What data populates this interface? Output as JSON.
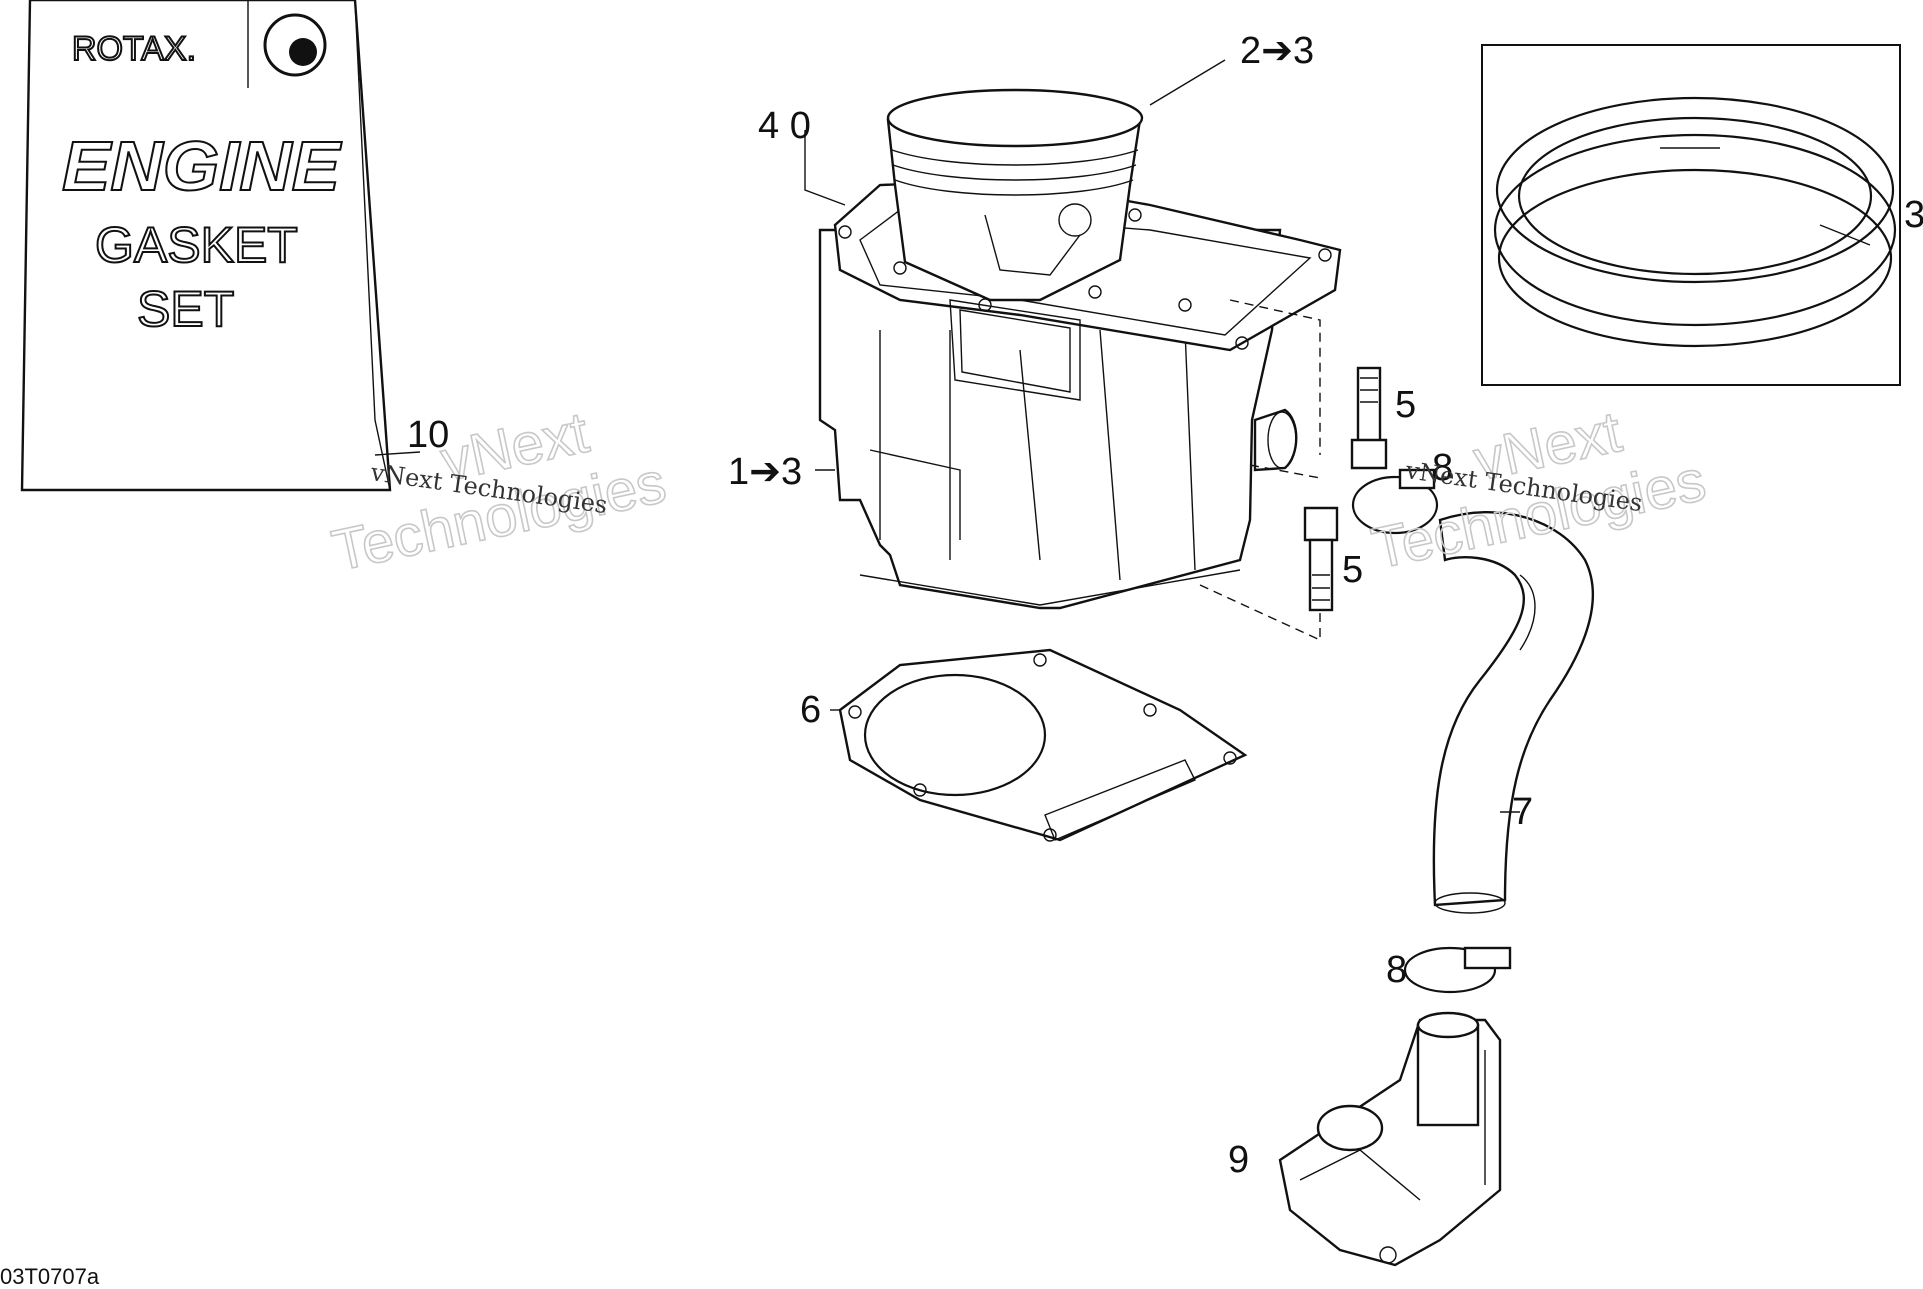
{
  "package": {
    "brand": "ROTAX.",
    "line1": "ENGINE",
    "line2": "GASKET",
    "line3": "SET",
    "logo_icon": "brp-logo-icon"
  },
  "callouts": {
    "c1": "1➔3",
    "c2": "2➔3",
    "c3": "3",
    "c4": "4 0",
    "c5a": "5",
    "c5b": "5",
    "c6": "6",
    "c7": "7",
    "c8a": "8",
    "c8b": "8",
    "c9": "9",
    "c10": "10"
  },
  "watermarks": {
    "brand_a": "vNext",
    "brand_b": "Technologies",
    "small": "vNext Technologies"
  },
  "figure_code": "03T0707a"
}
